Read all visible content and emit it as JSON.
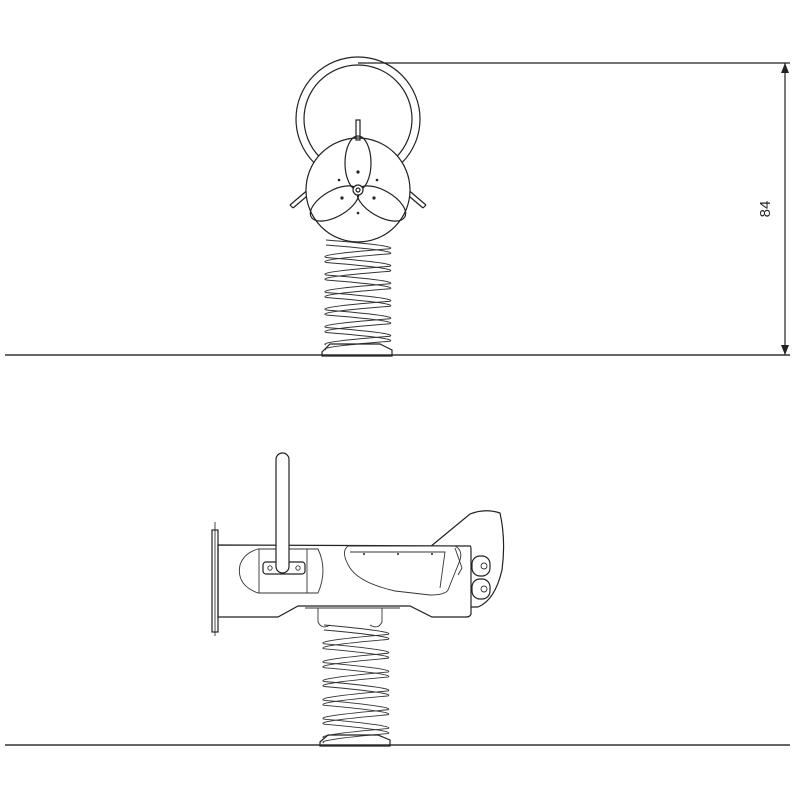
{
  "drawing": {
    "dimension": {
      "height_label": "84"
    },
    "views": [
      "front-view",
      "side-view"
    ]
  }
}
